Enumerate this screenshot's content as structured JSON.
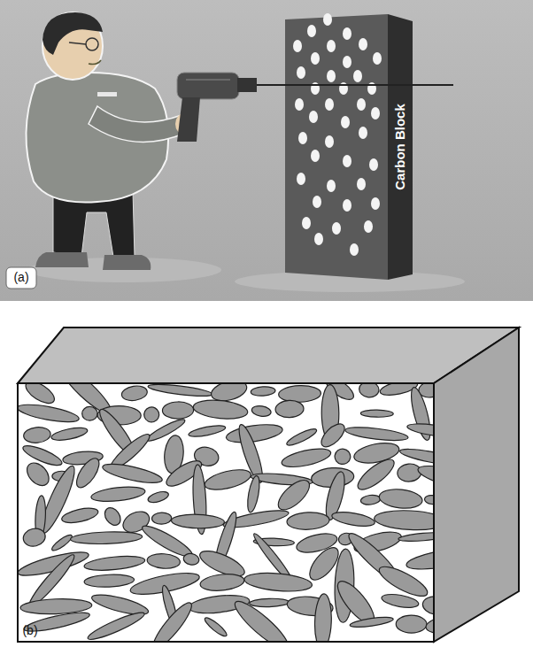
{
  "diagram": {
    "labels": [
      "Carbon Block",
      "(a)",
      "(b)"
    ]
  }
}
